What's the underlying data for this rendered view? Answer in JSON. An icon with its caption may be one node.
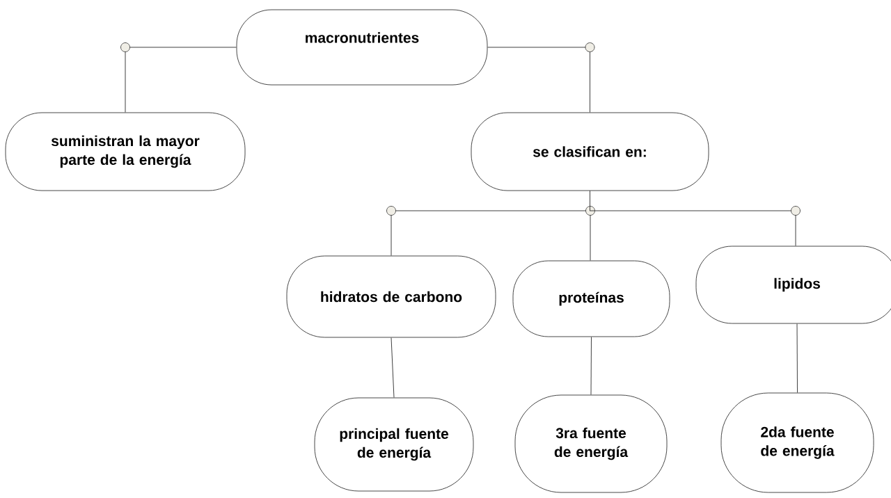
{
  "diagram": {
    "nodes": [
      {
        "text": [
          "macronutrientes"
        ]
      },
      {
        "text": [
          "suministran la mayor parte de la energía"
        ]
      },
      {
        "text": [
          "se clasifican en:"
        ]
      },
      {
        "text": [
          "hidratos de carbono"
        ]
      },
      {
        "text": [
          "proteínas"
        ]
      },
      {
        "text": [
          "lipidos"
        ]
      },
      {
        "text": [
          "principal fuente de energía"
        ]
      },
      {
        "text": [
          "3ra fuente de energía"
        ]
      },
      {
        "text": [
          "2da fuente de energía"
        ]
      }
    ],
    "edges": [
      {
        "from": 0,
        "to": 1,
        "arrow": "none"
      },
      {
        "from": 0,
        "to": 2,
        "arrow": "none"
      },
      {
        "from": 2,
        "to": 3,
        "arrow": "none"
      },
      {
        "from": 2,
        "to": 4,
        "arrow": "none"
      },
      {
        "from": 2,
        "to": 5,
        "arrow": "none"
      },
      {
        "from": 3,
        "to": 6,
        "arrow": "none"
      },
      {
        "from": 4,
        "to": 7,
        "arrow": "none"
      },
      {
        "from": 5,
        "to": 8,
        "arrow": "none"
      }
    ]
  }
}
